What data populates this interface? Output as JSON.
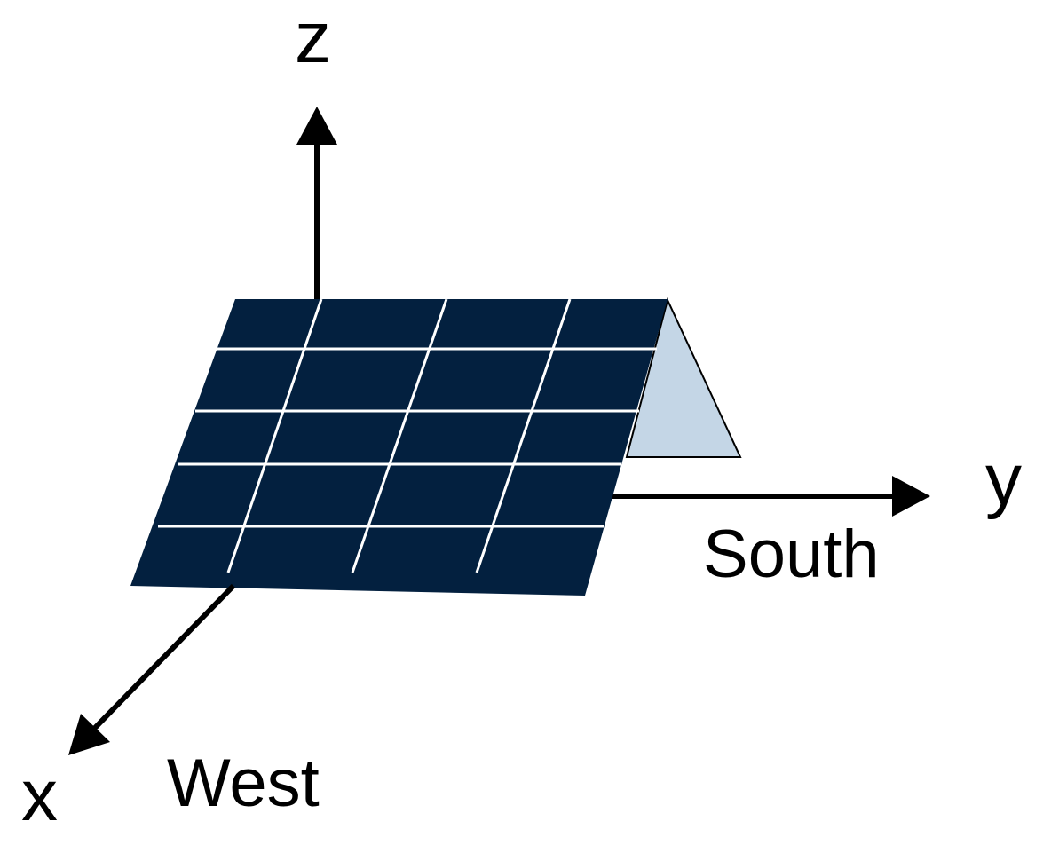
{
  "diagram": {
    "axes": {
      "z_label": "z",
      "y_label": "y",
      "x_label": "x"
    },
    "directions": {
      "south": "South",
      "west": "West"
    },
    "panel": {
      "grid_rows": 5,
      "grid_cols": 4
    },
    "colors": {
      "panel_fill": "#03203F",
      "support_fill": "#C4D6E6",
      "grid_lines": "#FFFFFF",
      "axes": "#000000"
    }
  }
}
